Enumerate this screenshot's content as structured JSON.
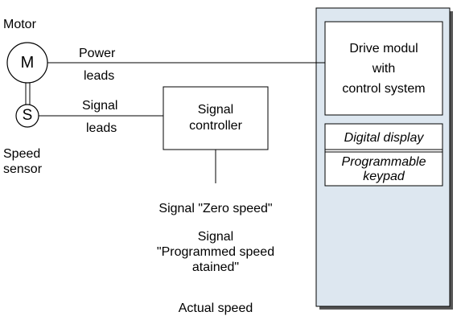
{
  "motor": {
    "title": "Motor",
    "symbol": "M"
  },
  "sensor": {
    "symbol": "S",
    "label_line1": "Speed",
    "label_line2": "sensor"
  },
  "power_leads": {
    "line1": "Power",
    "line2": "leads"
  },
  "signal_leads": {
    "line1": "Signal",
    "line2": "leads"
  },
  "signal_controller": {
    "line1": "Signal",
    "line2": "controller"
  },
  "drive": {
    "line1": "Drive modul",
    "line2": "with",
    "line3": "control system"
  },
  "display": {
    "label": "Digital display"
  },
  "keypad": {
    "line1": "Programmable",
    "line2": "keypad"
  },
  "outputs": {
    "zero_speed": "Signal \"Zero speed\"",
    "prog_line1": "Signal",
    "prog_line2": "\"Programmed speed",
    "prog_line3": "atained\"",
    "actual_speed": "Actual speed"
  },
  "colors": {
    "panel_fill": "#dde7f0",
    "panel_shadow": "#555555",
    "stroke": "#000000"
  }
}
